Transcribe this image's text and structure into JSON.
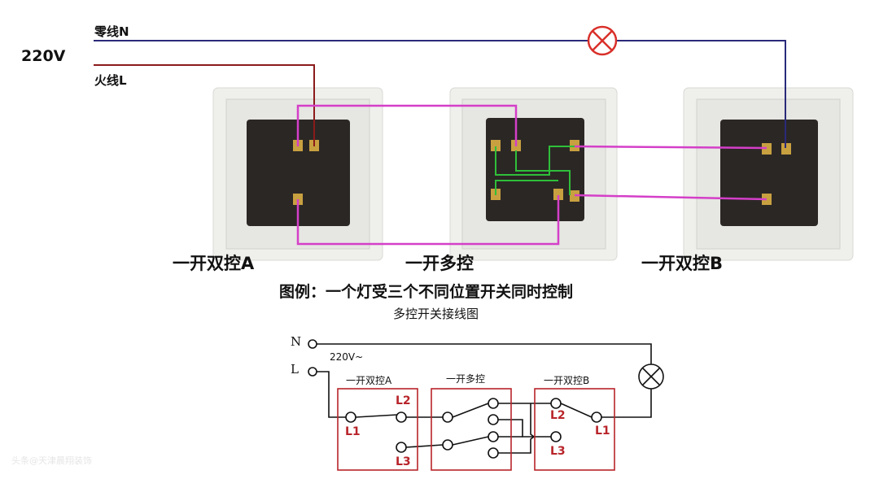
{
  "top": {
    "voltage": "220V",
    "neutral_label": "零线N",
    "live_label": "火线L",
    "switch_a": "一开双控A",
    "switch_mid": "一开多控",
    "switch_b": "一开双控B",
    "caption": "图例：一个灯受三个不同位置开关同时控制"
  },
  "schematic": {
    "title": "多控开关接线图",
    "n": "N",
    "l": "L",
    "voltage": "220V~",
    "box_a": "一开双控A",
    "box_mid": "一开多控",
    "box_b": "一开双控B",
    "a_l1": "L1",
    "a_l2": "L2",
    "a_l3": "L3",
    "b_l1": "L1",
    "b_l2": "L2",
    "b_l3": "L3"
  },
  "watermark": "头条@天津晨翔装饰",
  "colors": {
    "neutral": "#2a2a7a",
    "live": "#8b1a1a",
    "traveler": "#d43fc8",
    "inner": "#2fbf3a",
    "lamp": "#d9302a",
    "box": "#b8242a"
  }
}
